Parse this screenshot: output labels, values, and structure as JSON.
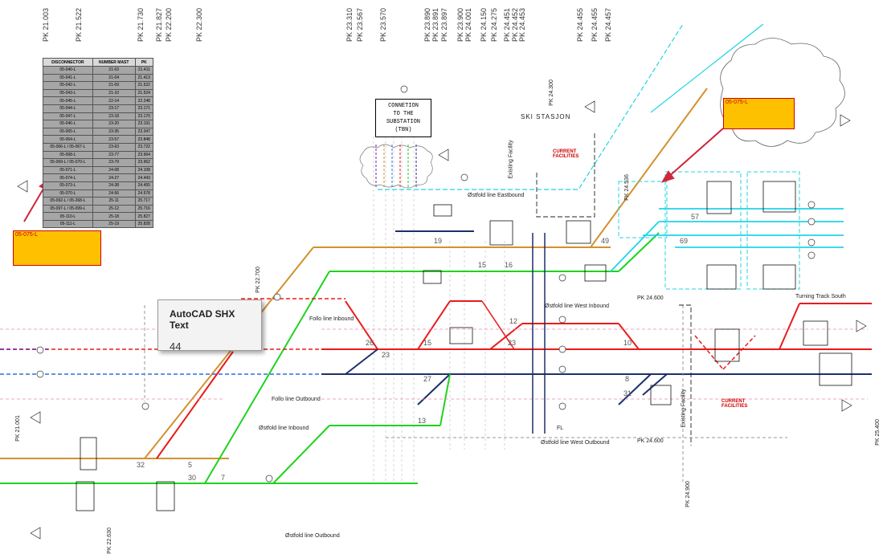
{
  "pk_markers": [
    {
      "label": "PK 21.003"
    },
    {
      "label": "PK 21.522"
    },
    {
      "label": "PK 21.730"
    },
    {
      "label": "PK 21.827"
    },
    {
      "label": "PK 22.200"
    },
    {
      "label": "PK 22.300"
    },
    {
      "label": "PK 23.310"
    },
    {
      "label": "PK 23.567"
    },
    {
      "label": "PK 23.570"
    },
    {
      "label": "PK 23.890"
    },
    {
      "label": "PK 23.891"
    },
    {
      "label": "PK 23.897"
    },
    {
      "label": "PK 23.900"
    },
    {
      "label": "PK 24.001"
    },
    {
      "label": "PK 24.150"
    },
    {
      "label": "PK 24.275"
    },
    {
      "label": "PK 24.451"
    },
    {
      "label": "PK 24.452"
    },
    {
      "label": "PK 24.453"
    },
    {
      "label": "PK 24.455"
    },
    {
      "label": "PK 24.455"
    },
    {
      "label": "PK 24.457"
    }
  ],
  "table": {
    "headers": [
      "DISCONNECTOR",
      "NUMBER MAST",
      "PK"
    ],
    "rows": [
      [
        "05-040-L",
        "21-03",
        "21.411"
      ],
      [
        "05-041-L",
        "21-04",
        "21.413"
      ],
      [
        "05-042-L",
        "21-09",
        "21.522"
      ],
      [
        "05-043-L",
        "21-10",
        "21.524"
      ],
      [
        "05-045-L",
        "22-14",
        "22.248"
      ],
      [
        "05-044-L",
        "23-17",
        "23.171"
      ],
      [
        "05-047-L",
        "23-18",
        "23.170"
      ],
      [
        "05-046-L",
        "23-20",
        "23.191"
      ],
      [
        "05-065-L",
        "23-35",
        "23.347"
      ],
      [
        "05-064-L",
        "23-57",
        "23.848"
      ],
      [
        "05-066-L / 05-067-L",
        "23-63",
        "23.722"
      ],
      [
        "05-068-L",
        "23-77",
        "23.964"
      ],
      [
        "05-069-L / 05-070-L",
        "23-79",
        "23.962"
      ],
      [
        "05-071-L",
        "24-08",
        "24.108"
      ],
      [
        "05-074-L",
        "24-27",
        "24.443"
      ],
      [
        "05-073-L",
        "24-38",
        "24.455"
      ],
      [
        "05-070-L",
        "24-56",
        "24.578"
      ],
      [
        "05-092-L / 05-268-L",
        "25-11",
        "25.717"
      ],
      [
        "05-097-L / 05-099-L",
        "25-12",
        "25.716"
      ],
      [
        "05-110-L",
        "25-18",
        "25.827"
      ],
      [
        "05-111-L",
        "25-19",
        "25.828"
      ]
    ]
  },
  "tags": {
    "left": "05-075-L",
    "right": "05-075-L"
  },
  "tooltip": {
    "title": "AutoCAD SHX Text",
    "value": "44"
  },
  "substation": {
    "line1": "CONNETION",
    "line2": "TO THE",
    "line3": "SUBSTATION",
    "line4": "(TBN)"
  },
  "labels": {
    "ski_station": "SKI STASJON",
    "current_facilities_top": "CURRENT FACILITIES",
    "current_facilities_bottom": "CURRENT FACILITIES",
    "existing_facility_1": "Existing Facility",
    "existing_facility_2": "Existing Facility",
    "ostfold_eastbound": "Østfold line Eastbound",
    "ostfold_west_inbound": "Østfold line West Inbound",
    "follo_inbound": "Follo line Inbound",
    "follo_outbound": "Follo line Outbound",
    "ostfold_inbound": "Østfold line Inbound",
    "ostfold_west_outbound": "Østfold line West Outbound",
    "ostfold_outbound": "Østfold line Outbound",
    "turning_track_south": "Turning Track South",
    "fl": "FL",
    "pk_24600_a": "PK 24.600",
    "pk_24600_b": "PK 24.600",
    "pk_22700": "PK 22.700",
    "pk_24300": "PK 24.300",
    "pk_24900": "PK 24.900",
    "pk_25400": "PK 25.400",
    "pk_21001": "PK 21.001",
    "pk_22630": "PK 22.630",
    "pk_24536": "PK 24.536"
  },
  "colors": {
    "orange_line": "#d4902c",
    "green_line": "#1ed31e",
    "red_line": "#e81b1b",
    "navy_line": "#1f2f6b",
    "cyan_line": "#20d4e6",
    "purple_line": "#7a1fa0",
    "blue_dashed": "#2f6fe0",
    "tag_fill": "#ffc000",
    "arrow_red": "#d0263a"
  }
}
